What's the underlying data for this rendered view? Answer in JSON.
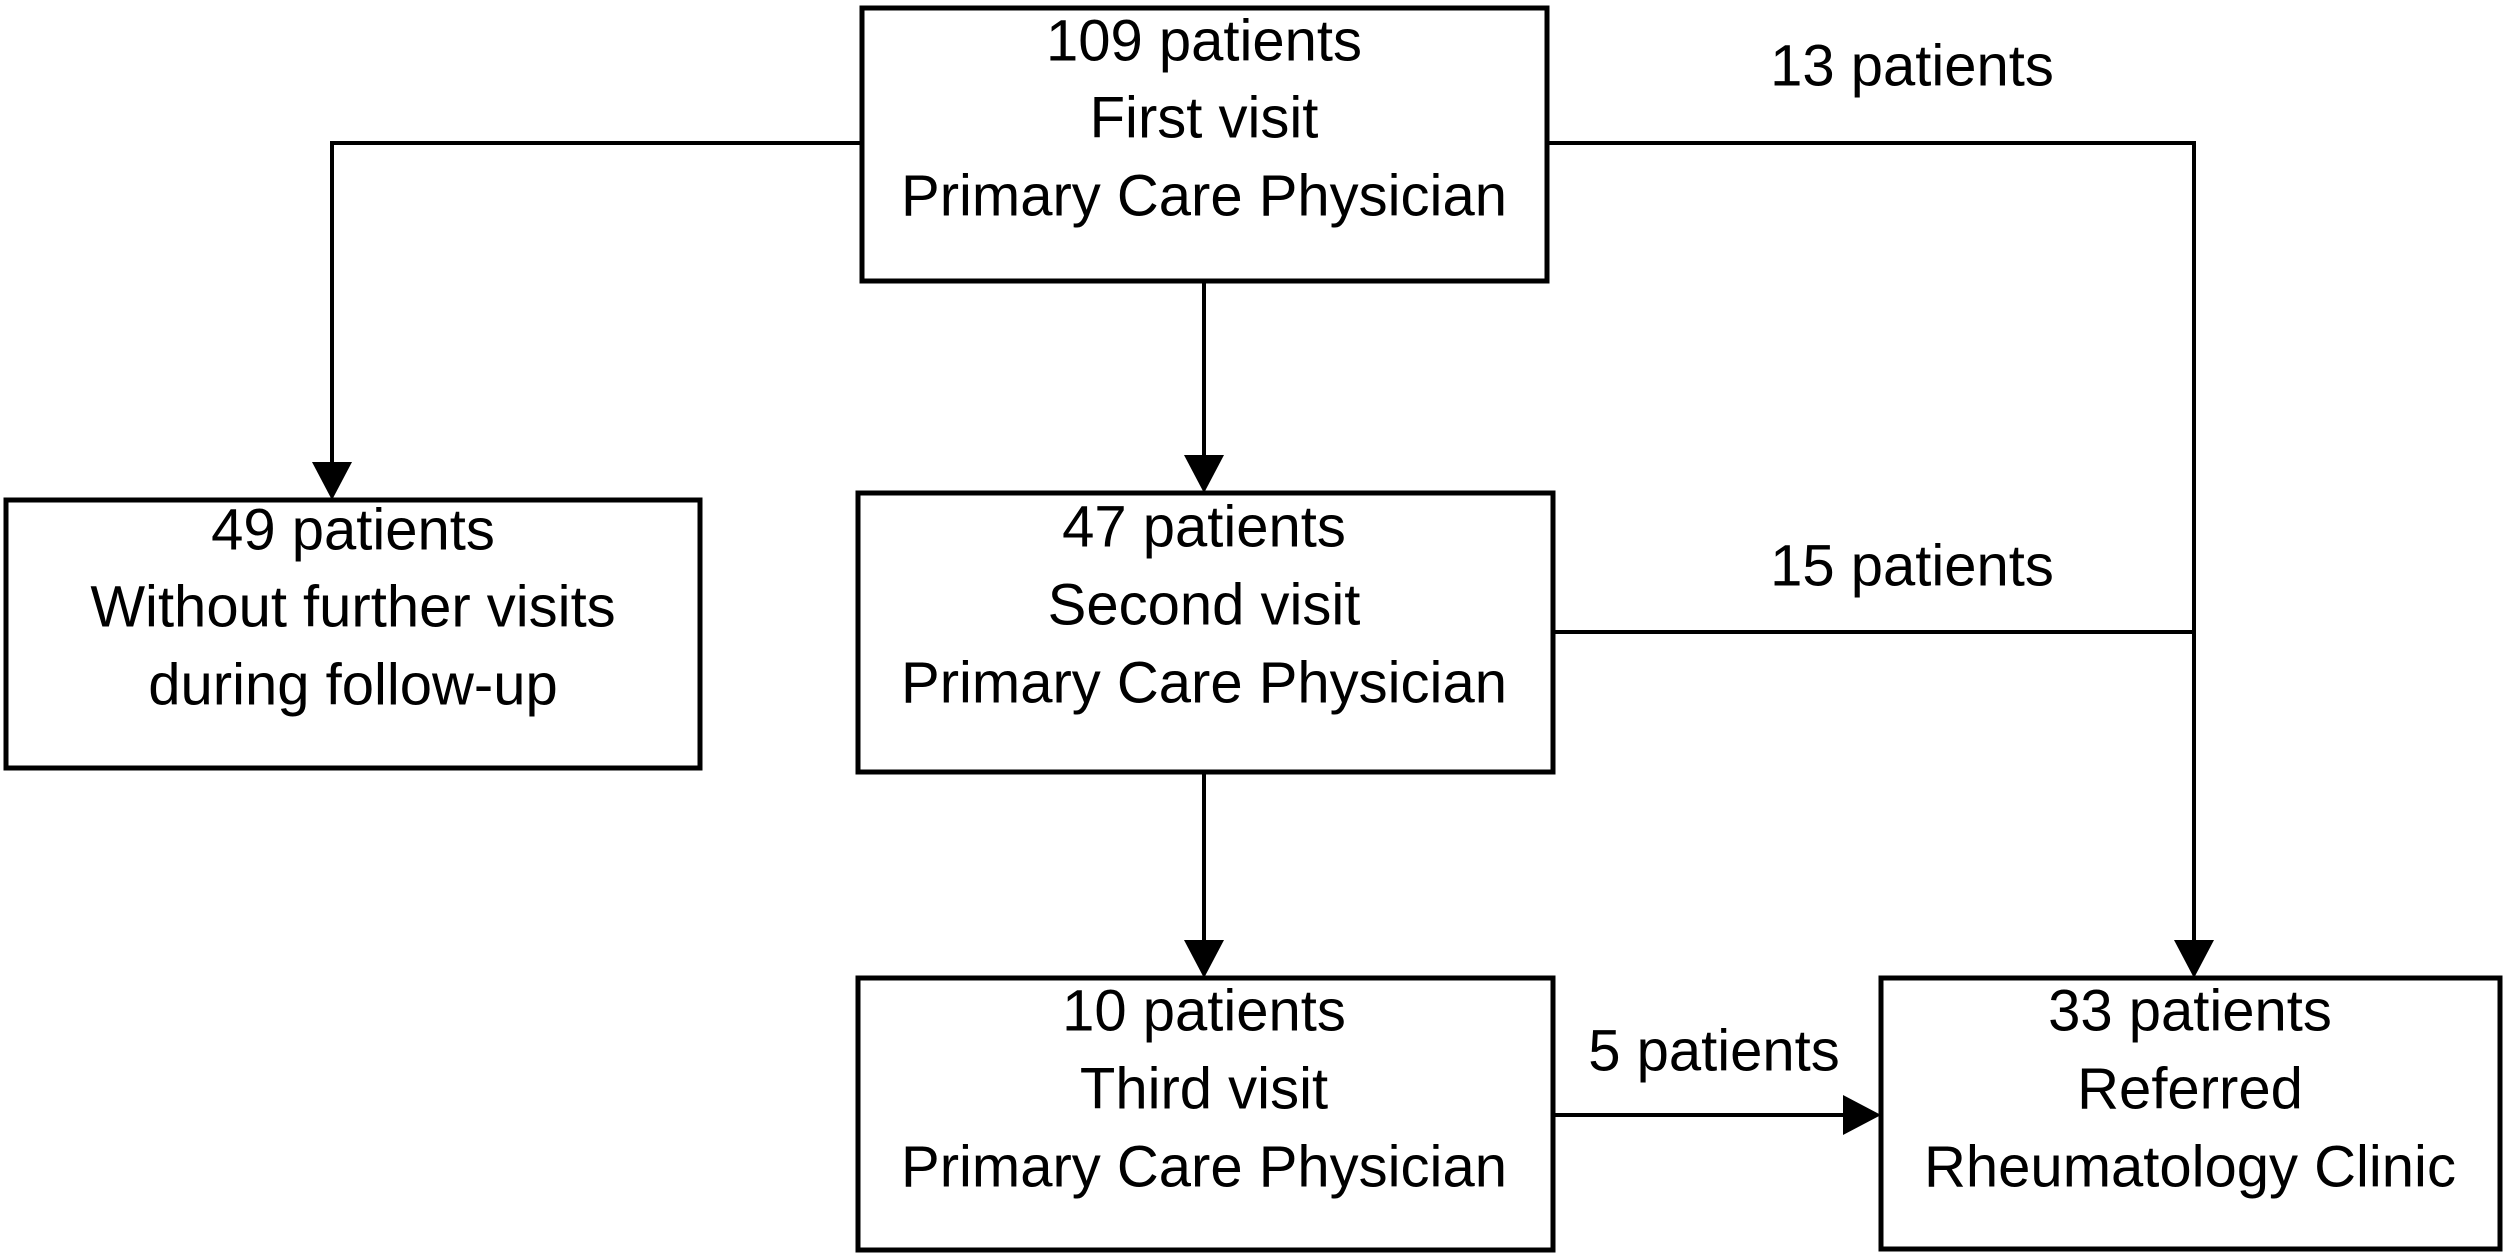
{
  "diagram": {
    "type": "flowchart",
    "title": "Patient flow through primary care visits and rheumatology referral",
    "background_color": "#ffffff",
    "line_color": "#000000",
    "text_color": "#000000",
    "nodes": [
      {
        "id": "first-visit",
        "lines": [
          "109 patients",
          "First visit",
          "Primary Care Physician"
        ],
        "line1": "109 patients",
        "line2": "First visit",
        "line3": "Primary Care Physician",
        "count": 109
      },
      {
        "id": "no-further-visits",
        "lines": [
          "49 patients",
          "Without further visits",
          "during follow-up"
        ],
        "line1": "49 patients",
        "line2": "Without further visits",
        "line3": "during follow-up",
        "count": 49
      },
      {
        "id": "second-visit",
        "lines": [
          "47 patients",
          "Second visit",
          "Primary Care Physician"
        ],
        "line1": "47 patients",
        "line2": "Second visit",
        "line3": "Primary Care Physician",
        "count": 47
      },
      {
        "id": "third-visit",
        "lines": [
          "10 patients",
          "Third visit",
          "Primary Care Physician"
        ],
        "line1": "10 patients",
        "line2": "Third visit",
        "line3": "Primary Care Physician",
        "count": 10
      },
      {
        "id": "referred",
        "lines": [
          "33 patients",
          "Referred",
          "Rheumatology Clinic"
        ],
        "line1": "33 patients",
        "line2": "Referred",
        "line3": "Rheumatology Clinic",
        "count": 33
      }
    ],
    "edges": [
      {
        "id": "first-to-no-further",
        "from": "first-visit",
        "to": "no-further-visits",
        "label": "",
        "count": 49
      },
      {
        "id": "first-to-second",
        "from": "first-visit",
        "to": "second-visit",
        "label": "",
        "count": 47
      },
      {
        "id": "first-to-referred",
        "from": "first-visit",
        "to": "referred",
        "label": "13 patients",
        "count": 13
      },
      {
        "id": "second-to-referred",
        "from": "second-visit",
        "to": "referred",
        "label": "15 patients",
        "count": 15
      },
      {
        "id": "second-to-third",
        "from": "second-visit",
        "to": "third-visit",
        "label": "",
        "count": 10
      },
      {
        "id": "third-to-referred",
        "from": "third-visit",
        "to": "referred",
        "label": "5 patients",
        "count": 5
      }
    ]
  }
}
